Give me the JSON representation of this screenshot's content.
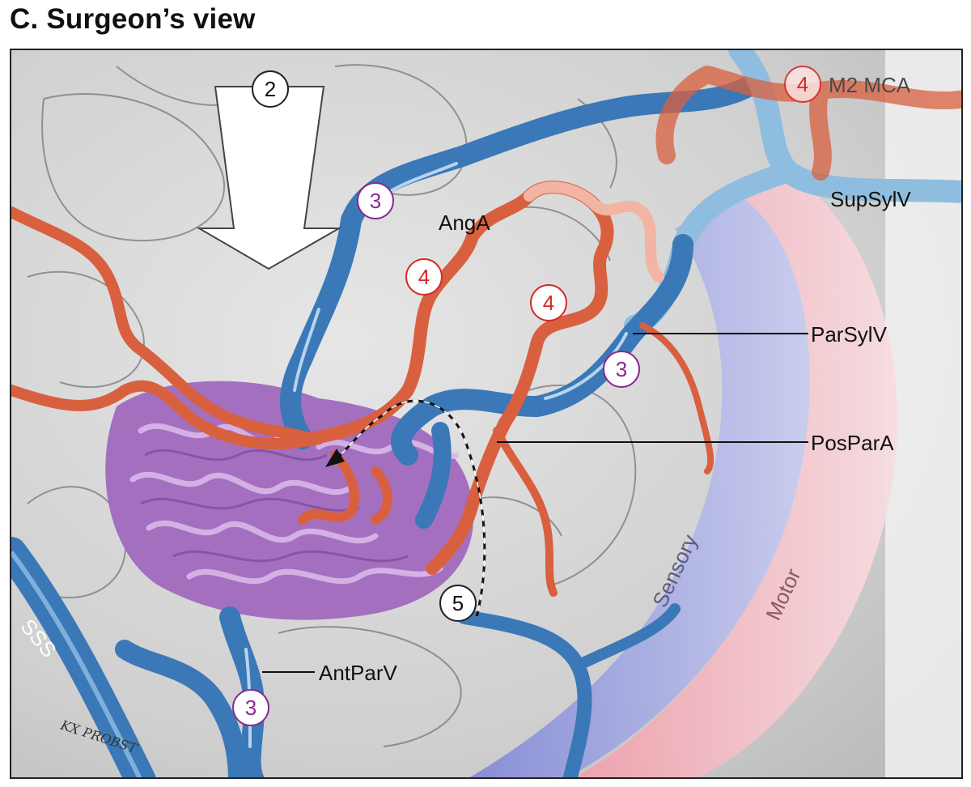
{
  "title": "C. Surgeon’s view",
  "labels": {
    "m2mca": "M2 MCA",
    "supsylv": "SupSylV",
    "anga": "AngA",
    "parsylv": "ParSylV",
    "posparA": "PosParA",
    "antparv": "AntParV",
    "sss": "SSS",
    "sensory": "Sensory",
    "motor": "Motor",
    "signature": "KX PROBST"
  },
  "markers": {
    "step2": "2",
    "step3": "3",
    "step4": "4",
    "step5": "5"
  },
  "colors": {
    "vein": "#3a78b8",
    "vein_light": "#8fbde0",
    "artery": "#d9603f",
    "artery_light": "#f2b5a3",
    "avm": "#a56fc0",
    "sensory": "#9aa0e0",
    "motor": "#f1b8c0",
    "step3_ring": "#8a2a8f",
    "step4_ring": "#d42a2a"
  }
}
